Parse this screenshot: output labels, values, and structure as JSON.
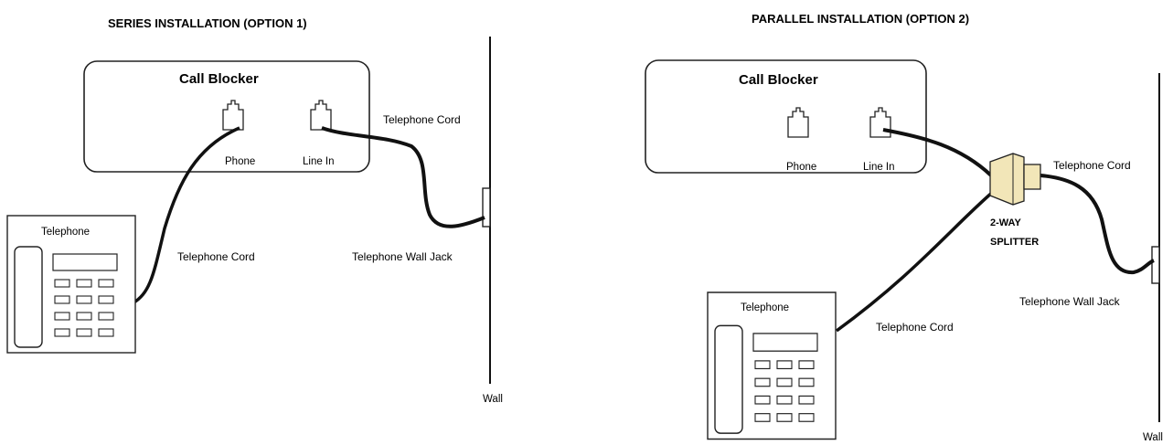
{
  "series": {
    "title": "SERIES INSTALLATION (OPTION 1)",
    "call_blocker": "Call Blocker",
    "port_phone": "Phone",
    "port_line_in": "Line In",
    "cord_upper": "Telephone Cord",
    "cord_lower": "Telephone Cord",
    "wall_jack": "Telephone Wall Jack",
    "wall": "Wall",
    "telephone": "Telephone"
  },
  "parallel": {
    "title": "PARALLEL INSTALLATION (OPTION 2)",
    "call_blocker": "Call Blocker",
    "port_phone": "Phone",
    "port_line_in": "Line In",
    "cord_right": "Telephone Cord",
    "cord_left": "Telephone Cord",
    "splitter_line1": "2-WAY",
    "splitter_line2": "SPLITTER",
    "wall_jack": "Telephone Wall Jack",
    "wall": "Wall",
    "telephone": "Telephone"
  },
  "colors": {
    "line": "#111111",
    "splitter": "#f2e6b8"
  }
}
